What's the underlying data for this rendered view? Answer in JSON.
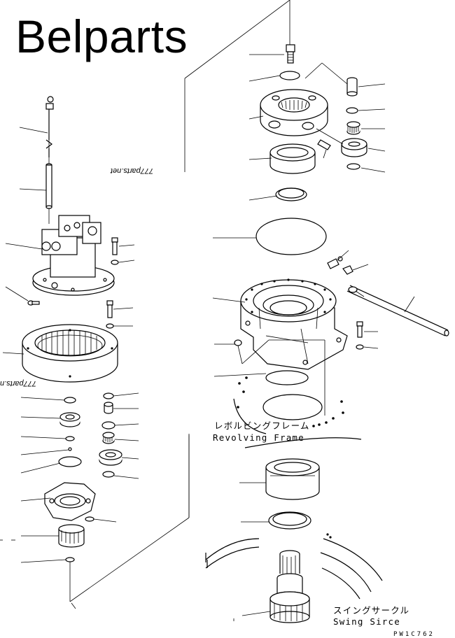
{
  "brand": "Belparts",
  "labels": {
    "revolving_frame_jp": "レボルビングフレーム",
    "revolving_frame_en": "Revolving Frame",
    "swing_circle_jp": "スイングサークル",
    "swing_circle_en": "Swing Sirce"
  },
  "watermarks": [
    "777parts.net",
    "777parts.n"
  ],
  "drawing_code": "PW1C762",
  "colors": {
    "ink": "#000000",
    "paper": "#ffffff"
  }
}
